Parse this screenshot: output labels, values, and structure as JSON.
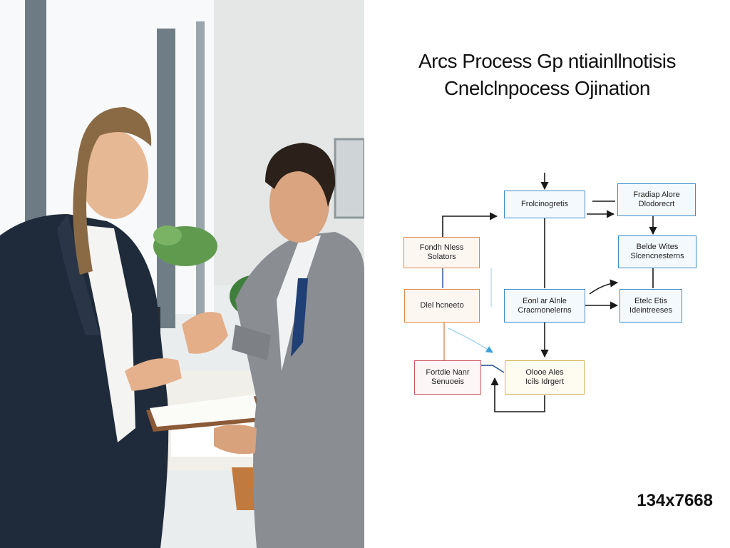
{
  "diagram": {
    "title_line1": "Arcs Process Gp ntiainllnotisis",
    "title_line2": "Cnelclnpocess Ojination",
    "dimensions_label": "134x7668",
    "nodes": [
      {
        "id": "n1",
        "text": "Frolcinogretis"
      },
      {
        "id": "n2",
        "text": "Fradiap Alore\nDlodorecrt"
      },
      {
        "id": "n3",
        "text": "Fondh Nless\nSolators"
      },
      {
        "id": "n4",
        "text": "Dlel hcneeto"
      },
      {
        "id": "n5",
        "text": "Eonl ar Alnle\nCracrnonelerns"
      },
      {
        "id": "n6",
        "text": "Belde Wites\nSlcencnesterns"
      },
      {
        "id": "n7",
        "text": "Etelc Etis\nIdeintreeses"
      },
      {
        "id": "n8",
        "text": "Fortdie Nanr\nSenuoeis"
      },
      {
        "id": "n9",
        "text": "Olooe Ales\nIcils Idrgert"
      }
    ],
    "colors": {
      "blue": "#3e8dc9",
      "orange": "#e0884c",
      "red": "#c9555b",
      "yellow": "#d8b15a",
      "arrow": "#1a1a1a"
    }
  }
}
